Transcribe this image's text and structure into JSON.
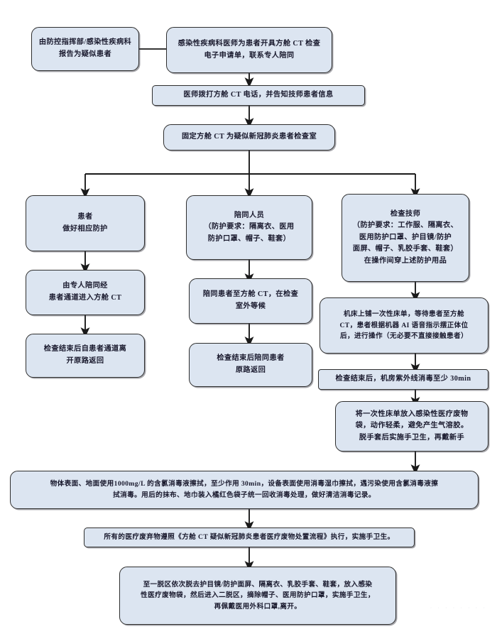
{
  "document": {
    "title": "方舱 CT 疑似新冠肺炎患者检查流程图",
    "type": "flowchart",
    "box_fill": "#dce5f1",
    "box_border": "#2e2e2e",
    "connector_color": "#1a1a1a",
    "background": "#ffffff"
  },
  "watermark": {
    "text": "· · ·   · · · · ·"
  },
  "nodes": {
    "n1": {
      "id": "report-suspected-case",
      "lines": [
        "由防控指挥部/感染性疾病科",
        "报告为疑似患者"
      ]
    },
    "n2": {
      "id": "doctor-order-ct",
      "lines": [
        "感染性疾病科医师为患者开具方舱 CT 检查",
        "电子申请单，联系专人陪同"
      ]
    },
    "n3": {
      "id": "doctor-calls-ct",
      "lines": [
        "医师拨打方舱 CT 电话，并告知技师患者信息"
      ]
    },
    "n4": {
      "id": "designate-ct-room",
      "lines": [
        "固定方舱 CT 为疑似新冠肺炎患者检查室"
      ]
    },
    "n5": {
      "id": "patient-protection",
      "lines": [
        "患者",
        "做好相应防护"
      ]
    },
    "n6": {
      "id": "patient-escort-route",
      "lines": [
        "由专人陪同经",
        "患者通道进入方舱 CT"
      ]
    },
    "n7": {
      "id": "patient-return-route",
      "lines": [
        "检查结束后自患者通道离",
        "开原路返回"
      ]
    },
    "n8": {
      "id": "escort-staff-ppe",
      "lines": [
        "陪同人员",
        "（防护要求：隔离衣、医用",
        "防护口罩、帽子、鞋套）"
      ]
    },
    "n9": {
      "id": "escort-wait-outside",
      "lines": [
        "陪同患者至方舱 CT，在检查",
        "室外等候"
      ]
    },
    "n10": {
      "id": "escort-return",
      "lines": [
        "检查结束后陪同患者",
        "原路返回"
      ]
    },
    "n11": {
      "id": "technician-ppe",
      "lines": [
        "检查技师",
        "（防护要求：工作服、隔离衣、",
        "医用防护口罩、护目镜/防护",
        "面屏、帽子、乳胶手套、鞋套）",
        "在操作间穿上述防护用品"
      ]
    },
    "n12": {
      "id": "bed-sheet-and-scan",
      "lines": [
        "机床上铺一次性床单，等待患者至方舱",
        "CT，患者根据机器 AI 语音指示摆正体位",
        "后，进行操作（无必要不直接接触患者）"
      ]
    },
    "n13": {
      "id": "uv-disinfection",
      "lines": [
        "检查结束后，机房紫外线消毒至少 30min"
      ]
    },
    "n14": {
      "id": "dispose-sheet-hand-hygiene",
      "lines": [
        "将一次性床单放入感染性医疗废物",
        "袋，动作轻柔，避免产生气溶胶。",
        "脱手套后实施手卫生，再戴新手"
      ]
    },
    "n15": {
      "id": "surface-disinfection",
      "lines": [
        "物体表面、地面使用1000mg/L 的含氯消毒液擦拭，至少作用 30min，设备表面使用消毒湿巾擦拭，遇污染使用含氯消毒液擦",
        "拭消毒。用后的抹布、地巾装入橘红色袋子统一回收消毒处理，做好清洁消毒记录。"
      ]
    },
    "n16": {
      "id": "medical-waste-procedure",
      "lines": [
        "所有的医疗废弃物遵照《方舱 CT 疑似新冠肺炎患者医疗废物处置流程》执行，实施手卫生。"
      ]
    },
    "n17": {
      "id": "doffing-areas",
      "lines": [
        "至一脱区依次脱去护目镜/防护面屏、隔离衣、乳胶手套、鞋套，放入感染",
        "性医疗废物袋，然后进入二脱区，摘除帽子、医用防护口罩，实施手卫生，",
        "再佩戴医用外科口罩,离开。"
      ]
    }
  },
  "edges": [
    {
      "from": "n1",
      "to": "n2",
      "style": "plain-horizontal"
    },
    {
      "from": "n2",
      "to": "n3",
      "style": "arrow-down"
    },
    {
      "from": "n3",
      "to": "n4",
      "style": "arrow-down"
    },
    {
      "from": "n4",
      "to": "n5",
      "style": "branch-arrow"
    },
    {
      "from": "n4",
      "to": "n8",
      "style": "branch-arrow"
    },
    {
      "from": "n4",
      "to": "n11",
      "style": "branch-arrow"
    },
    {
      "from": "n5",
      "to": "n6",
      "style": "arrow-down"
    },
    {
      "from": "n6",
      "to": "n7",
      "style": "arrow-down"
    },
    {
      "from": "n8",
      "to": "n9",
      "style": "arrow-down"
    },
    {
      "from": "n9",
      "to": "n10",
      "style": "arrow-down"
    },
    {
      "from": "n11",
      "to": "n12",
      "style": "arrow-down"
    },
    {
      "from": "n12",
      "to": "n13",
      "style": "arrow-down"
    },
    {
      "from": "n13",
      "to": "n14",
      "style": "arrow-down"
    },
    {
      "from": "n14",
      "to": "n15",
      "style": "arrow-down"
    },
    {
      "from": "n15",
      "to": "n16",
      "style": "arrow-down"
    },
    {
      "from": "n16",
      "to": "n17",
      "style": "arrow-down"
    }
  ]
}
